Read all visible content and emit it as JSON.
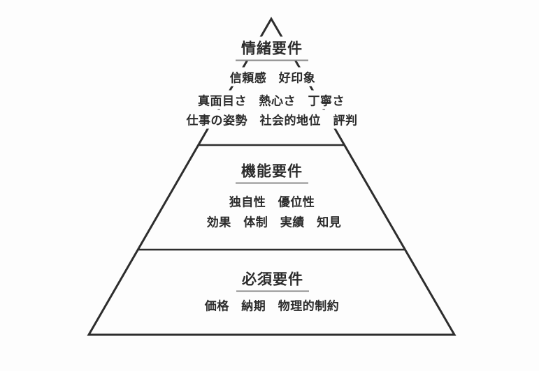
{
  "diagram": {
    "type": "pyramid",
    "background_color": "#fdfdfd",
    "line_color": "#2d2d2d",
    "text_color": "#2b2b2b",
    "title_underline_color": "#8a8a8a",
    "tiers": [
      {
        "level": 1,
        "position": "top",
        "title": "情緒要件",
        "rows": [
          [
            "信頼感",
            "好印象"
          ],
          [
            "真面目さ",
            "熱心さ",
            "丁寧さ"
          ],
          [
            "仕事の姿勢",
            "社会的地位",
            "評判"
          ]
        ]
      },
      {
        "level": 2,
        "position": "middle",
        "title": "機能要件",
        "rows": [
          [
            "独自性",
            "優位性"
          ],
          [
            "効果",
            "体制",
            "実績",
            "知見"
          ]
        ]
      },
      {
        "level": 3,
        "position": "bottom",
        "title": "必須要件",
        "rows": [
          [
            "価格",
            "納期",
            "物理的制約"
          ]
        ]
      }
    ]
  }
}
